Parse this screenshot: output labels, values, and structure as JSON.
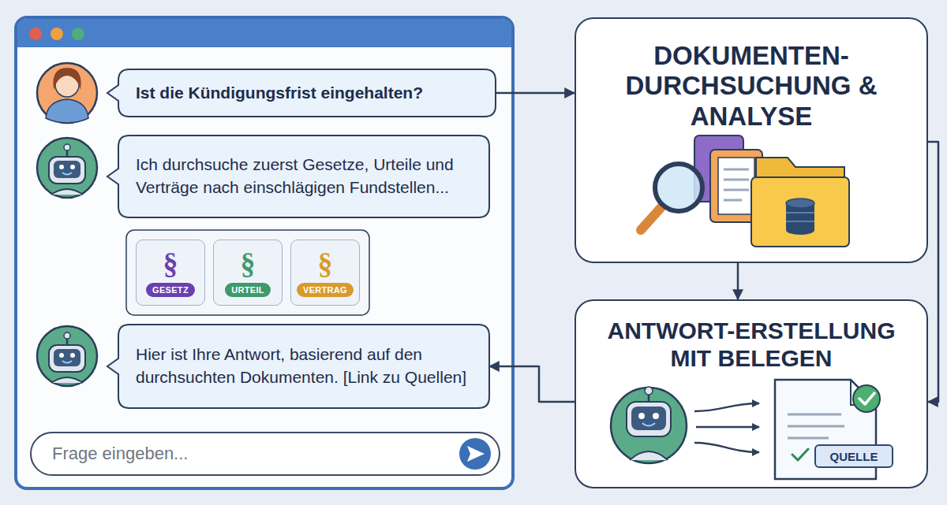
{
  "diagram": {
    "nodes": [
      {
        "text": [
          "Ist die Kündigungsfrist eingehalten?"
        ]
      },
      {
        "text": [
          "Ich durchsuche zuerst Gesetze, Urteile und Verträge nach einschlägigen Fundstellen..."
        ]
      },
      {
        "text": [
          "§",
          "GESETZ"
        ]
      },
      {
        "text": [
          "§",
          "URTEIL"
        ]
      },
      {
        "text": [
          "§",
          "VERTRAG"
        ]
      },
      {
        "text": [
          "Hier ist Ihre Antwort, basierend auf den durchsuchten Dokumenten. [Link zu Quellen]"
        ]
      },
      {
        "text": [
          "Frage eingeben..."
        ]
      },
      {
        "text": [
          "DOKUMENTEN-DURCHSUCHUNG & ANALYSE"
        ]
      },
      {
        "text": [
          "ANTWORT-ERSTELLUNG MIT BELEGEN"
        ]
      },
      {
        "text": [
          "QUELLE"
        ],
        "in": 8
      }
    ],
    "edges": [
      {
        "from": 0,
        "to": 7,
        "arrow": "to"
      },
      {
        "from": 7,
        "to": 8,
        "arrow": "to"
      },
      {
        "from": 8,
        "to": 5,
        "arrow": "to"
      },
      {
        "from": 7,
        "to": 8,
        "arrow": "to"
      }
    ]
  }
}
